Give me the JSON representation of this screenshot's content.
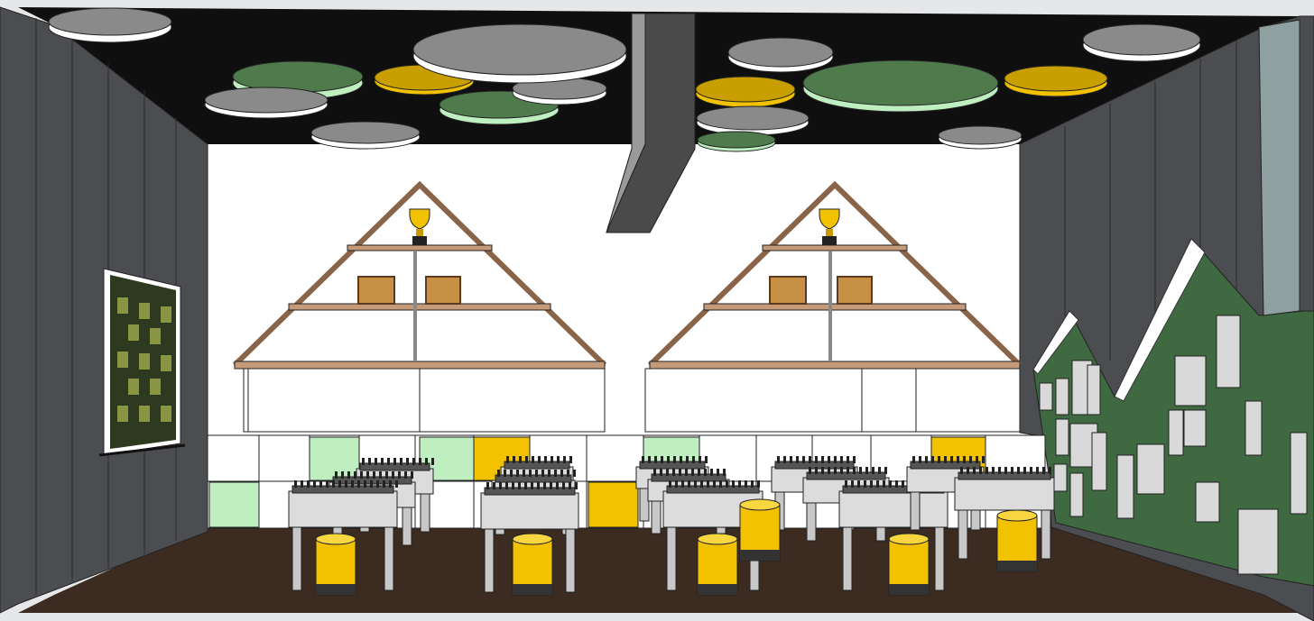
{
  "scene": {
    "description_visible_text": "",
    "colors": {
      "background": "#e6e7e8",
      "ceiling": "#111111",
      "wall_panel_dark": "#4a4b4d",
      "back_wall": "#ffffff",
      "floor": "#3a2a1f",
      "green_light": "#bfeec0",
      "green_mid": "#4e7a4c",
      "yellow": "#f2c200",
      "gray_disc": "#7a7a7a",
      "shelf_wood": "#b8896a",
      "mural_green": "#3f6a40"
    },
    "elements": {
      "trophies": 2,
      "certificates": 4,
      "chess_tables": 12,
      "stools": 6,
      "ceiling_discs": 17,
      "wall_posters": 18
    }
  }
}
